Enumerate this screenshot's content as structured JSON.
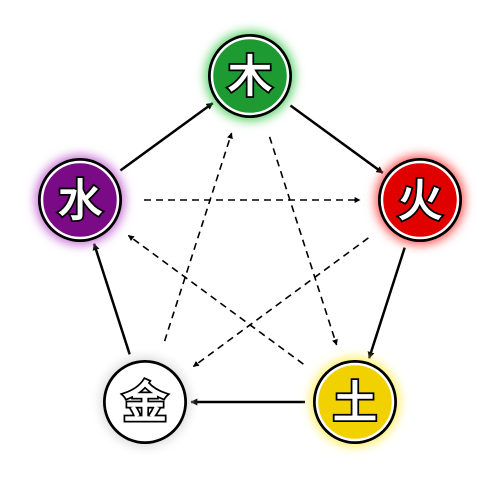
{
  "elements": [
    {
      "id": "wood",
      "label": "木",
      "color": "#1e9a33",
      "glow": "#5fd36e",
      "text_color": "#ffffff"
    },
    {
      "id": "fire",
      "label": "火",
      "color": "#e00000",
      "glow": "#ff5a5a",
      "text_color": "#ffffff"
    },
    {
      "id": "earth",
      "label": "土",
      "color": "#f2d100",
      "glow": "#ffef66",
      "text_color": "#ffffff"
    },
    {
      "id": "metal",
      "label": "金",
      "color": "#ffffff",
      "glow": "#dddddd",
      "text_color": "#ffffff"
    },
    {
      "id": "water",
      "label": "水",
      "color": "#7a0a86",
      "glow": "#c873d6",
      "text_color": "#ffffff"
    }
  ],
  "generating_cycle": [
    {
      "from": "wood",
      "to": "fire"
    },
    {
      "from": "fire",
      "to": "earth"
    },
    {
      "from": "earth",
      "to": "metal"
    },
    {
      "from": "metal",
      "to": "water"
    },
    {
      "from": "water",
      "to": "wood"
    }
  ],
  "overcoming_cycle": [
    {
      "from": "wood",
      "to": "earth"
    },
    {
      "from": "earth",
      "to": "water"
    },
    {
      "from": "water",
      "to": "fire"
    },
    {
      "from": "fire",
      "to": "metal"
    },
    {
      "from": "metal",
      "to": "wood"
    }
  ]
}
